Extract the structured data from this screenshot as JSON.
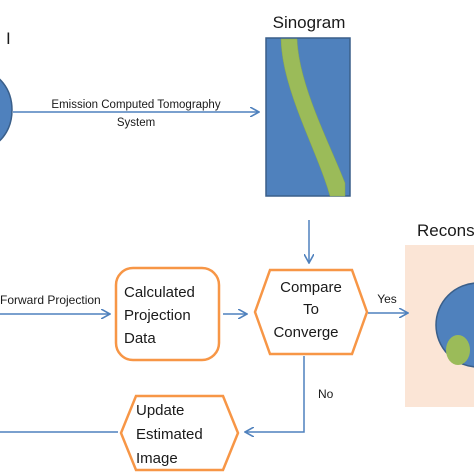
{
  "labels": {
    "top_left_fragment": "I",
    "sinogram": "Sinogram",
    "emission_line1": "Emission Computed Tomography",
    "emission_line2": "System",
    "reconstruction_fragment": "Reconst",
    "forward_projection": "Forward Projection",
    "calculated_line1": "Calculated",
    "calculated_line2": "Projection",
    "calculated_line3": "Data",
    "compare_line1": "Compare",
    "compare_line2": "To",
    "compare_line3": "Converge",
    "yes": "Yes",
    "no": "No",
    "update_line1": "Update",
    "update_line2": "Estimated",
    "update_line3": "Image"
  },
  "colors": {
    "object_blue": "#4f81bd",
    "object_outline": "#3a5f8a",
    "sinogram_green": "#9bbb59",
    "box_orange": "#f79646",
    "recon_background": "#fbe5d6",
    "arrow_blue": "#4f81bd"
  }
}
